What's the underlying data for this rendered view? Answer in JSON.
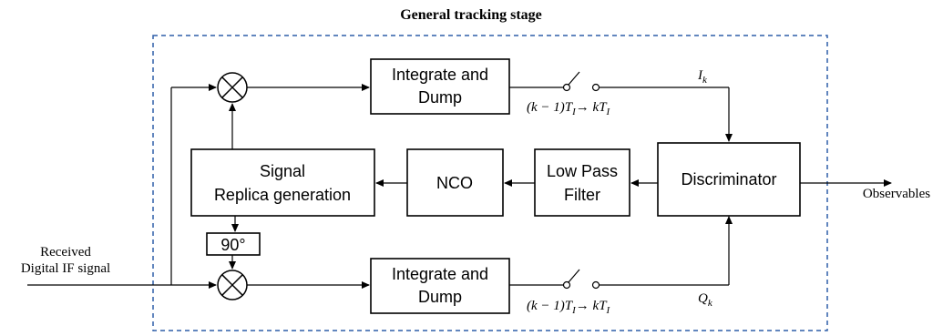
{
  "title": "General tracking stage",
  "input_label": {
    "line1": "Received",
    "line2": "Digital IF signal"
  },
  "output_label": "Observables",
  "blocks": {
    "integrate_dump_top": {
      "line1": "Integrate and",
      "line2": "Dump"
    },
    "integrate_dump_bottom": {
      "line1": "Integrate and",
      "line2": "Dump"
    },
    "signal_replica": {
      "line1": "Signal",
      "line2": "Replica generation"
    },
    "nco": "NCO",
    "low_pass_filter": {
      "line1": "Low Pass",
      "line2": "Filter"
    },
    "discriminator": "Discriminator",
    "phase_shift": "90°"
  },
  "switch_labels": {
    "top": "(k − 1)T",
    "top_sub": "I",
    "top_arrow": "→ kT",
    "top_sub2": "I",
    "bottom": "(k − 1)T",
    "bottom_sub": "I",
    "bottom_arrow": "→ kT",
    "bottom_sub2": "I"
  },
  "signal_labels": {
    "ik": "I",
    "ik_sub": "k",
    "qk": "Q",
    "qk_sub": "k"
  },
  "colors": {
    "boundary": "#2e5ea8",
    "stroke": "#000000"
  }
}
